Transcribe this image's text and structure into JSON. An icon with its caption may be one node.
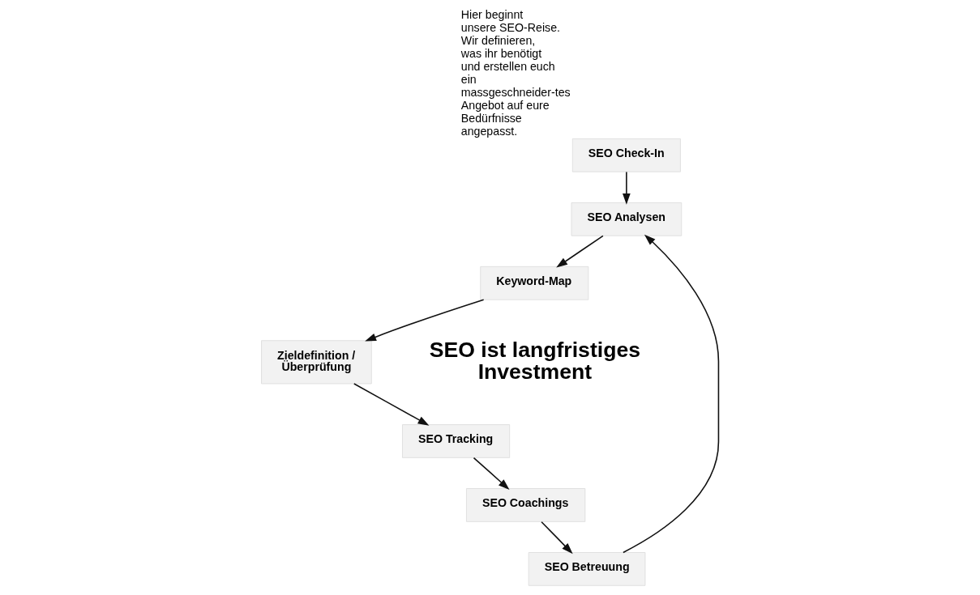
{
  "diagram": {
    "nodes": [
      {
        "text": [
          "SEO Check-In"
        ],
        "beside": [
          "Hier beginnt unsere SEO-Reise. Wir definieren, was ihr benötigt und erstellen euch ein massgeschneider-tes Angebot auf eure Bedürfnisse angepasst."
        ]
      },
      {
        "text": [
          "SEO Analysen"
        ]
      },
      {
        "text": [
          "Keyword-Map"
        ]
      },
      {
        "text": [
          "Zieldefinition / Überprüfung"
        ]
      },
      {
        "text": [
          "SEO Tracking"
        ]
      },
      {
        "text": [
          "SEO Coachings"
        ]
      },
      {
        "text": [
          "SEO Betreuung"
        ]
      }
    ],
    "edges": [
      {
        "from": 0,
        "to": 1,
        "arrow": "to"
      },
      {
        "from": 1,
        "to": 2,
        "arrow": "to"
      },
      {
        "from": 2,
        "to": 3,
        "arrow": "to"
      },
      {
        "from": 3,
        "to": 4,
        "arrow": "to"
      },
      {
        "from": 4,
        "to": 5,
        "arrow": "to"
      },
      {
        "from": 5,
        "to": 6,
        "arrow": "to"
      },
      {
        "from": 6,
        "to": 1,
        "arrow": "to"
      }
    ],
    "labels": [
      "SEO ist langfristiges Investment"
    ]
  }
}
